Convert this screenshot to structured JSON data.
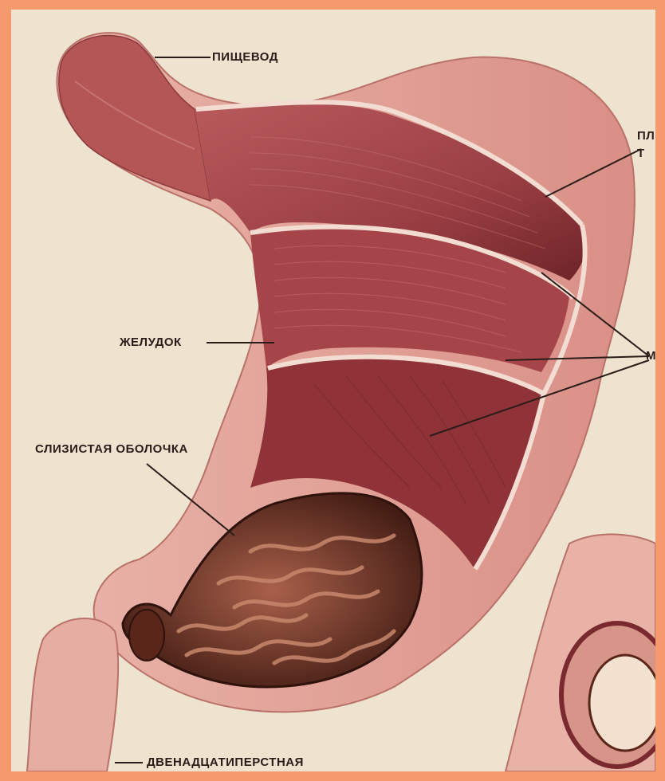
{
  "labels": {
    "esophagus": "ПИЩЕВОД",
    "stomach": "ЖЕЛУДОК",
    "mucosa": "СЛИЗИСТАЯ ОБОЛОЧКА",
    "duodenum": "ДВЕНАДЦАТИПЕРСТНАЯ",
    "right_top_1": "ПЛ",
    "right_top_2": "Т",
    "right_mid": "М"
  },
  "colors": {
    "frame": "#f59a6c",
    "paper": "#eee3cf",
    "muscle": "#a5454a",
    "muscle_dark": "#7a2a2e",
    "outer_wall": "#e3a39a",
    "mucosa": "#6d3324",
    "leader_line": "#2a1c18"
  }
}
